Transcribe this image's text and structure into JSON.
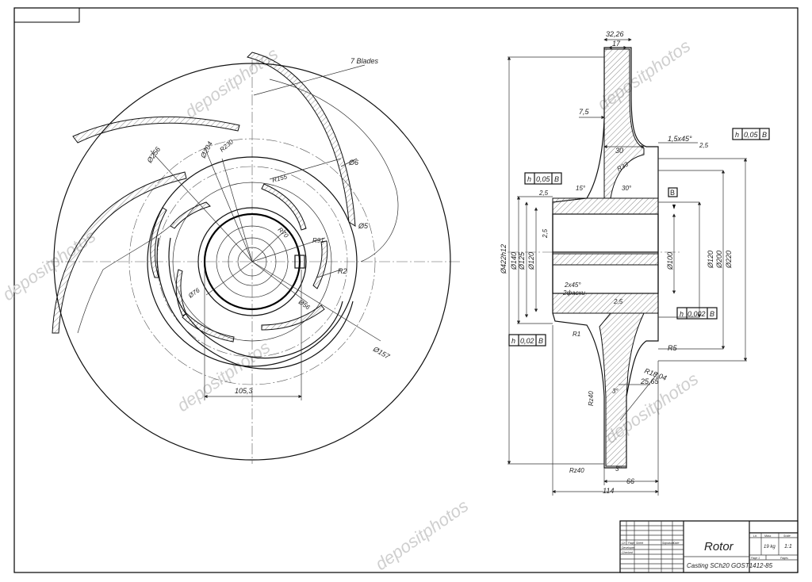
{
  "watermark": "depositphotos",
  "front_view": {
    "blades_note": "7 Blades",
    "dims": {
      "d256a": "Ø256",
      "d204": "Ø204",
      "r230": "R230",
      "r155": "R155",
      "d6": "Ø6",
      "d5": "Ø5",
      "r70": "R70",
      "r91": "R91",
      "r2": "R2",
      "d76": "Ø76",
      "d56": "Ø56",
      "d157": "Ø157",
      "w105": "105,3"
    }
  },
  "side_view": {
    "datum": "B",
    "dims": {
      "t3226": "32,26",
      "t17": "17",
      "t75": "7,5",
      "t30": "30",
      "chamfer1": "1,5x45°",
      "r33": "R33",
      "a30": "30°",
      "a15": "15°",
      "rough25a": "2,5",
      "rough25b": "2,5",
      "rough25c": "2,5",
      "rough25d": "2,5",
      "d422": "Ø422h12",
      "d140": "Ø140",
      "d125": "Ø125",
      "d120l": "Ø120",
      "d100": "Ø100",
      "d120r": "Ø120",
      "d200": "Ø200",
      "d220": "Ø220",
      "chamfer2": "2x45°",
      "chamfer2b": "2фаски",
      "r1": "R1",
      "r5": "R5",
      "r1804": "R18,04",
      "t2565": "25,65",
      "a3a": "3°",
      "a3b": "3°",
      "rz40a": "Rz40",
      "rz40b": "Rz40",
      "t66": "66",
      "t114": "114"
    },
    "tolerance_frames": [
      {
        "sym": "h",
        "val": "0,05",
        "ref": "B"
      },
      {
        "sym": "h",
        "val": "0,05",
        "ref": "B"
      },
      {
        "sym": "h",
        "val": "0,002",
        "ref": "B"
      },
      {
        "sym": "h",
        "val": "0,02",
        "ref": "B"
      }
    ]
  },
  "title_block": {
    "name": "Rotor",
    "material": "Casting SCh20 GOST1412-85",
    "mass": "19 kg",
    "scale": "1:1",
    "header_lit": "Lit.",
    "header_mass": "Mass",
    "header_scale": "Scale",
    "row_labels": [
      "Ch",
      "Page",
      "Sheet",
      "Signature",
      "Date"
    ],
    "developer": "Developer",
    "checker": "Checked",
    "page_label": "Page 1",
    "pages_label": "Pages"
  }
}
